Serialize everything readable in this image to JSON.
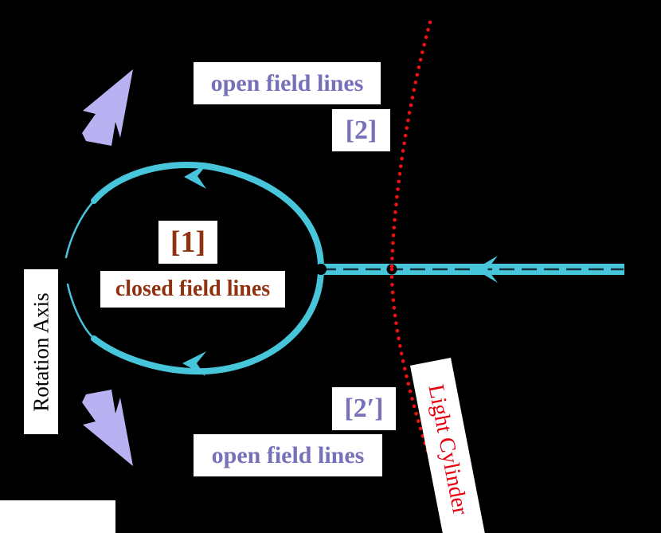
{
  "title": "Pulsar magnetosphere field-line diagram",
  "colors": {
    "background": "#000000",
    "field_line_cyan": "#47c5db",
    "spin_arrow_purple": "#b9b2f2",
    "label_purple": "#7671b8",
    "label_dark_red": "#903110",
    "light_cylinder_red": "#ee1111",
    "label_box_white": "#ffffff",
    "axis_text_black": "#000000"
  },
  "labels": {
    "open_field_lines_top": "open field lines",
    "region_2": "[2]",
    "region_1": "[1]",
    "closed_field_lines": "closed field lines",
    "rotation_axis": "Rotation Axis",
    "region_2_prime": "[2′]",
    "open_field_lines_bottom": "open field lines",
    "light_cylinder": "Light Cylinder"
  }
}
